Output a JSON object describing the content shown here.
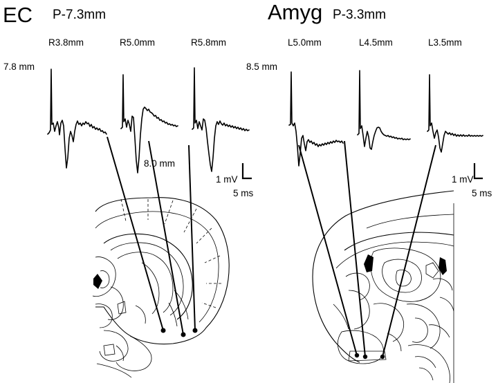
{
  "left_panel": {
    "region": "EC",
    "ap_coordinate": "P-7.3mm",
    "lateral_labels": [
      "R3.8mm",
      "R5.0mm",
      "R5.8mm"
    ],
    "depth_top": "7.8 mm",
    "depth_bottom": "8.0 mm",
    "scale_voltage": "1 mV",
    "scale_time": "5 ms"
  },
  "right_panel": {
    "region": "Amyg",
    "ap_coordinate": "P-3.3mm",
    "lateral_labels": [
      "L5.0mm",
      "L4.5mm",
      "L3.5mm"
    ],
    "depth_top": "8.5 mm",
    "scale_voltage": "1 mV",
    "scale_time": "5 ms"
  }
}
